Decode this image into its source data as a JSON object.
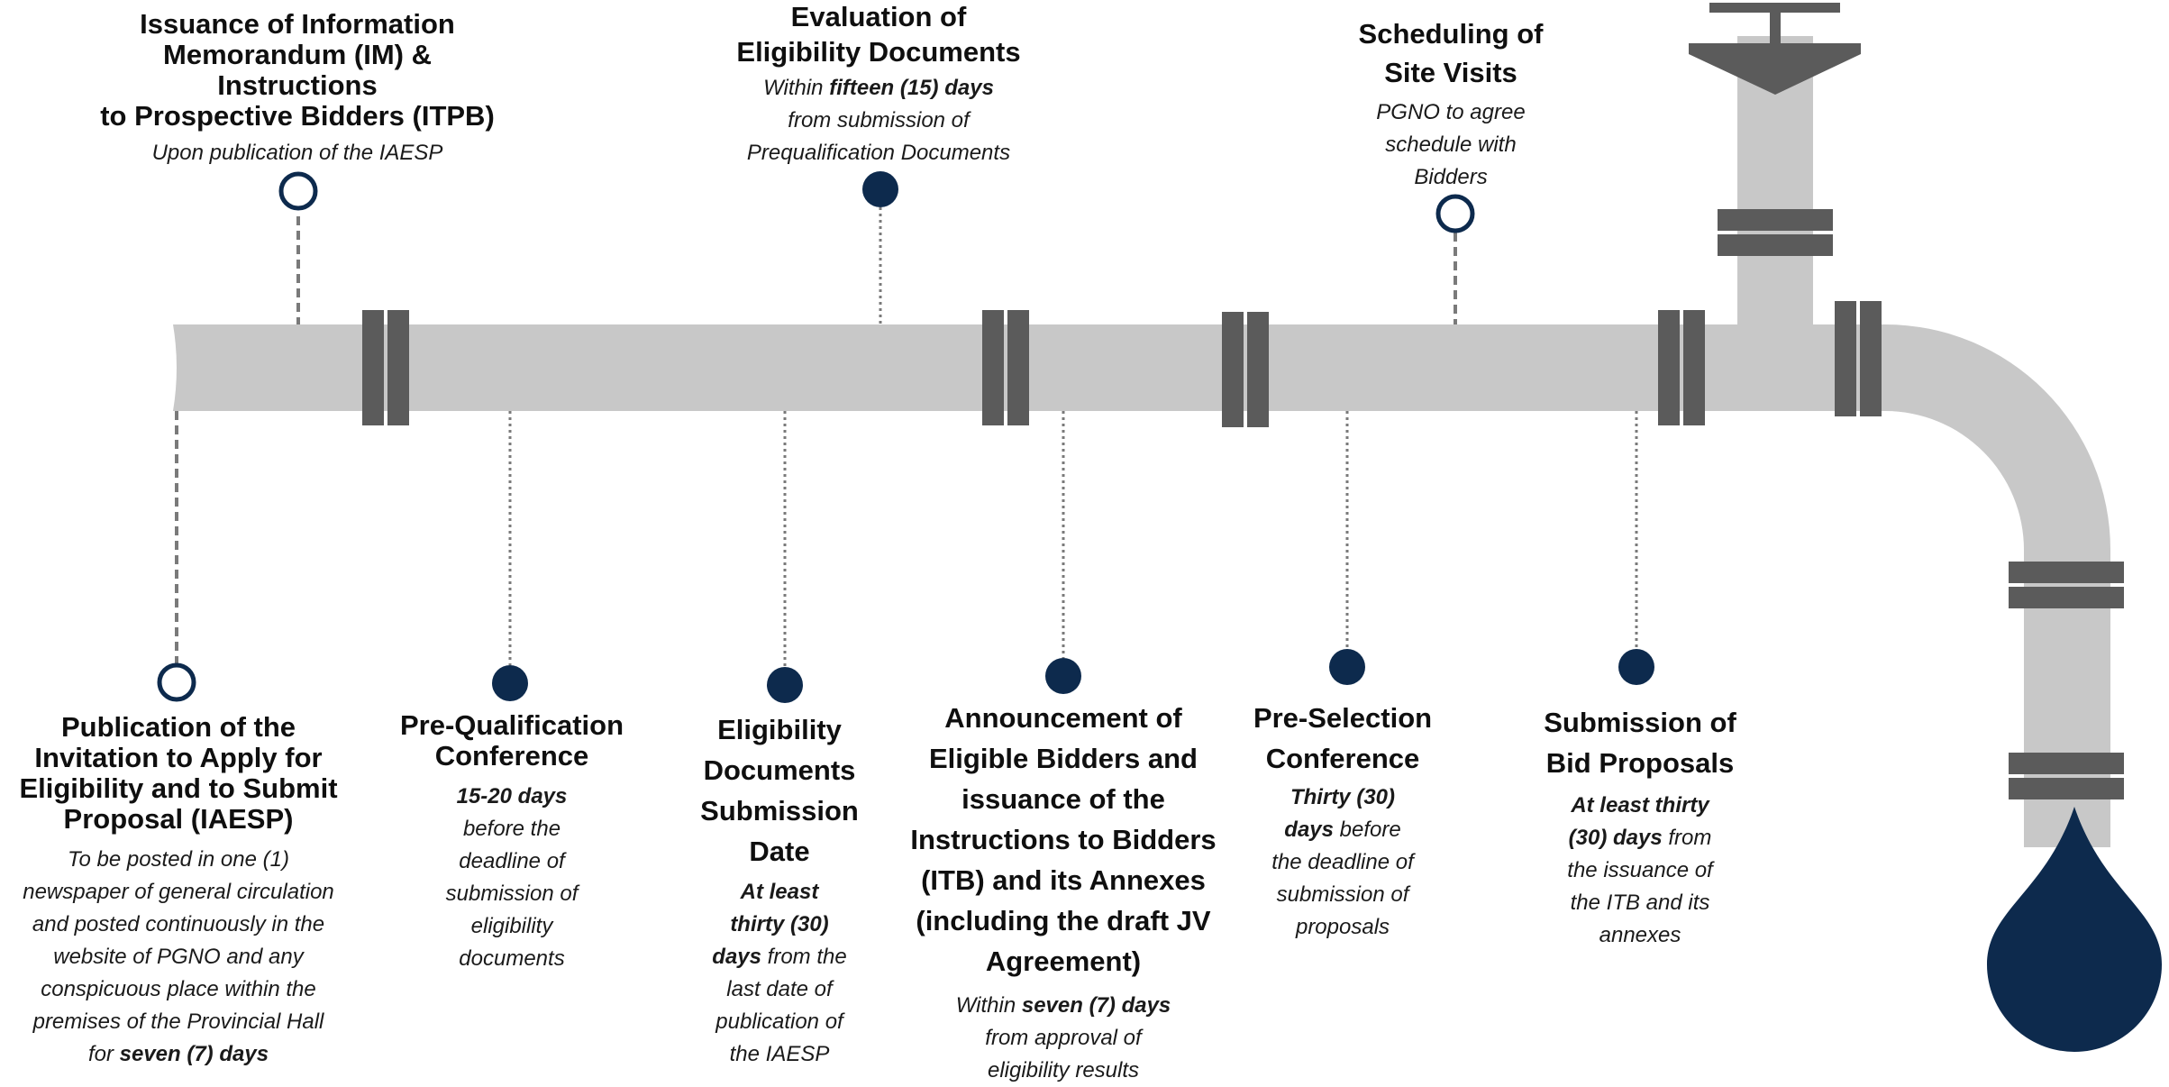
{
  "colors": {
    "pipe": "#c8c8c8",
    "coupling": "#5b5b5b",
    "marker": "#0d2a4d",
    "connector": "#7a7a7a",
    "drop": "#0d2a4d"
  },
  "milestones": [
    {
      "id": "publication",
      "marker": "hollow",
      "connector": "dashed",
      "title": "Publication of the\nInvitation to Apply for\nEligibility and to Submit\nProposal (IAESP)",
      "desc": [
        [
          {
            "t": "To be posted in one (1)"
          }
        ],
        [
          {
            "t": "newspaper of general circulation"
          }
        ],
        [
          {
            "t": "and posted continuously in the"
          }
        ],
        [
          {
            "t": "website of PGNO and any"
          }
        ],
        [
          {
            "t": "conspicuous place within the"
          }
        ],
        [
          {
            "t": "premises of the Provincial Hall"
          }
        ],
        [
          {
            "t": "for "
          },
          {
            "t": "seven (7) days",
            "b": true
          }
        ]
      ]
    },
    {
      "id": "issuance-im",
      "marker": "hollow",
      "connector": "dashed",
      "title": "Issuance of Information\nMemorandum (IM) & Instructions\nto Prospective Bidders (ITPB)",
      "desc": [
        [
          {
            "t": "Upon publication of the IAESP"
          }
        ]
      ]
    },
    {
      "id": "prequalification",
      "marker": "filled",
      "connector": "dotted",
      "title": "Pre-Qualification\nConference",
      "desc": [
        [
          {
            "t": "15-20 days",
            "b": true
          }
        ],
        [
          {
            "t": "before the"
          }
        ],
        [
          {
            "t": "deadline of"
          }
        ],
        [
          {
            "t": "submission of"
          }
        ],
        [
          {
            "t": "eligibility"
          }
        ],
        [
          {
            "t": "documents"
          }
        ]
      ]
    },
    {
      "id": "eligibility-submission",
      "marker": "filled",
      "connector": "dotted",
      "title": "Eligibility\nDocuments\nSubmission\nDate",
      "desc": [
        [
          {
            "t": "At least",
            "b": true
          }
        ],
        [
          {
            "t": "thirty (30)",
            "b": true
          }
        ],
        [
          {
            "t": "days",
            "b": true
          },
          {
            "t": " from the"
          }
        ],
        [
          {
            "t": "last date of"
          }
        ],
        [
          {
            "t": "publication of"
          }
        ],
        [
          {
            "t": "the IAESP"
          }
        ]
      ]
    },
    {
      "id": "evaluation",
      "marker": "filled",
      "connector": "dotted",
      "title": "Evaluation of\nEligibility Documents",
      "desc": [
        [
          {
            "t": "Within "
          },
          {
            "t": "fifteen (15) days",
            "b": true
          }
        ],
        [
          {
            "t": "from submission of"
          }
        ],
        [
          {
            "t": "Prequalification Documents"
          }
        ]
      ]
    },
    {
      "id": "announcement",
      "marker": "filled",
      "connector": "dotted",
      "title": "Announcement of\nEligible Bidders and\nissuance of the\nInstructions to Bidders\n(ITB) and its Annexes\n(including the draft JV\nAgreement)",
      "desc": [
        [
          {
            "t": "Within "
          },
          {
            "t": "seven (7) days",
            "b": true
          }
        ],
        [
          {
            "t": "from approval of"
          }
        ],
        [
          {
            "t": "eligibility results"
          }
        ]
      ]
    },
    {
      "id": "preselection",
      "marker": "filled",
      "connector": "dotted",
      "title": "Pre-Selection\nConference",
      "desc": [
        [
          {
            "t": "Thirty (30)",
            "b": true
          }
        ],
        [
          {
            "t": "days",
            "b": true
          },
          {
            "t": " before"
          }
        ],
        [
          {
            "t": "the deadline of"
          }
        ],
        [
          {
            "t": "submission of"
          }
        ],
        [
          {
            "t": "proposals"
          }
        ]
      ]
    },
    {
      "id": "site-visits",
      "marker": "hollow",
      "connector": "dashed",
      "title": "Scheduling of\nSite Visits",
      "desc": [
        [
          {
            "t": "PGNO to agree"
          }
        ],
        [
          {
            "t": "schedule with"
          }
        ],
        [
          {
            "t": "Bidders"
          }
        ]
      ]
    },
    {
      "id": "bid-submission",
      "marker": "filled",
      "connector": "dotted",
      "title": "Submission of\nBid Proposals",
      "desc": [
        [
          {
            "t": "At least thirty",
            "b": true
          }
        ],
        [
          {
            "t": "(30) days",
            "b": true
          },
          {
            "t": " from"
          }
        ],
        [
          {
            "t": "the issuance of"
          }
        ],
        [
          {
            "t": "the ITB and its"
          }
        ],
        [
          {
            "t": "annexes"
          }
        ]
      ]
    }
  ]
}
